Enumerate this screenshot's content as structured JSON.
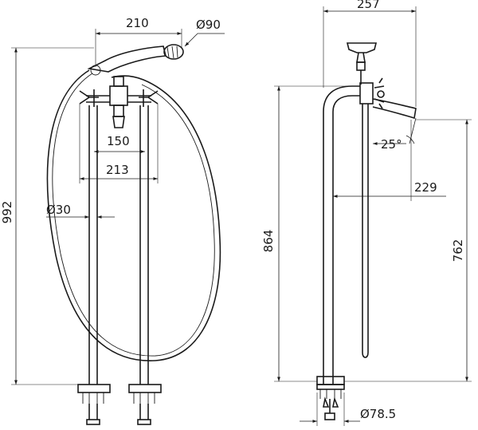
{
  "drawing": {
    "front": {
      "width_shower_head": "210",
      "diameter_shower_head": "Ø90",
      "width_inner": "150",
      "width_outer": "213",
      "diameter_pipe": "Ø30",
      "height_total": "992"
    },
    "side": {
      "depth_total": "257",
      "height_spout": "864",
      "angle": "25°",
      "projection": "229",
      "height_outlet": "762",
      "diameter_base": "Ø78.5"
    }
  }
}
